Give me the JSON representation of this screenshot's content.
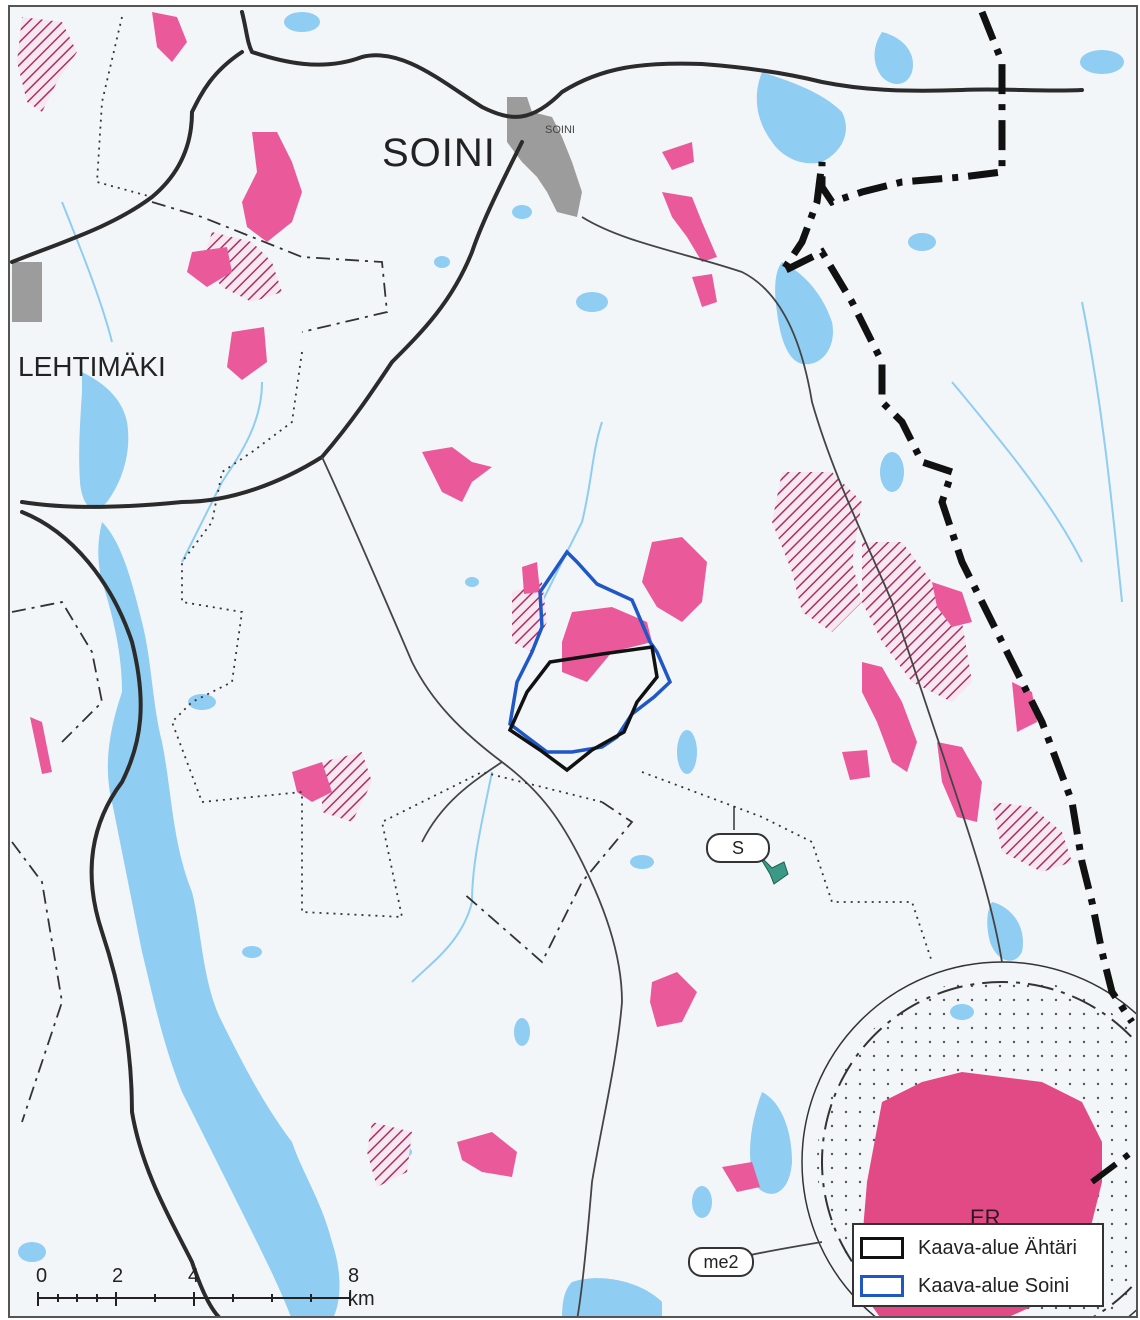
{
  "map": {
    "places": {
      "soini": "SOINI",
      "soini_small": "SOINI",
      "lehtimaki": "LEHTIMÄKI",
      "er": "ER"
    },
    "symbols": {
      "s_label": "S",
      "me2_label": "me2"
    },
    "legend": {
      "items": [
        {
          "label": "Kaava-alue Ähtäri",
          "color": "#111111"
        },
        {
          "label": "Kaava-alue Soini",
          "color": "#1f57c7"
        }
      ]
    },
    "scale": {
      "labels": [
        "0",
        "2",
        "4",
        "8 km"
      ]
    },
    "colors": {
      "water": "#8fcdf2",
      "land": "#f3f6f8",
      "pink_area": "#ea5a9b",
      "urban_area": "#e24a86",
      "settlement": "#9c9c9c",
      "road": "#2b2b2b",
      "boundary": "#111111"
    }
  }
}
